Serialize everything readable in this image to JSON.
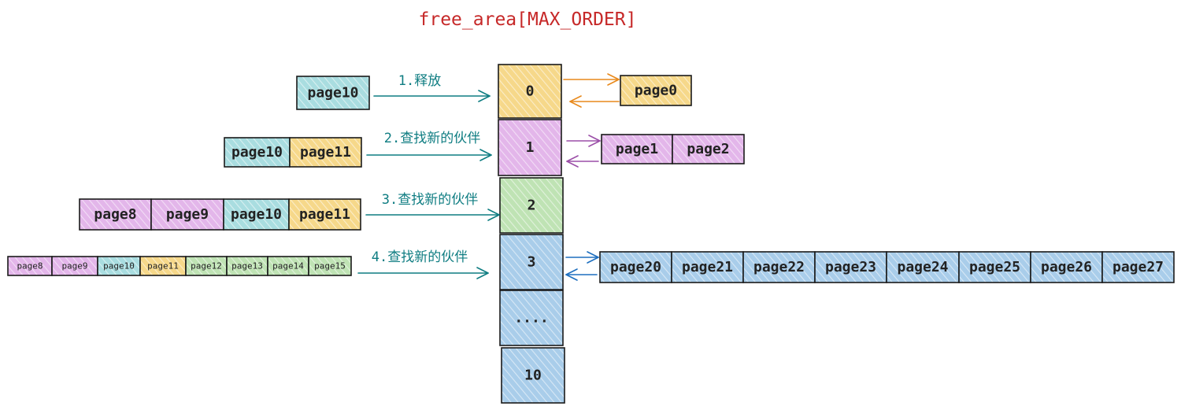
{
  "title": "free_area[MAX_ORDER]",
  "colors": {
    "teal": "#0f7d82",
    "title_red": "#c62828",
    "orange": "#e8891c",
    "purple": "#9c4fa8",
    "blue": "#1e6fbf",
    "fill_teal": "#a9dde0",
    "fill_yellow": "#f6d88a",
    "fill_purple": "#e3b6ea",
    "fill_green": "#bfe3b4",
    "fill_blue": "#a9cdea"
  },
  "free_area_slots": [
    {
      "label": "0",
      "color": "fill_yellow"
    },
    {
      "label": "1",
      "color": "fill_purple"
    },
    {
      "label": "2",
      "color": "fill_green"
    },
    {
      "label": "3",
      "color": "fill_blue"
    },
    {
      "label": "....",
      "color": "fill_blue"
    },
    {
      "label": "10",
      "color": "fill_blue"
    }
  ],
  "steps": [
    {
      "label": "1.释放",
      "pages": [
        {
          "label": "page10",
          "color": "fill_teal"
        }
      ]
    },
    {
      "label": "2.查找新的伙伴",
      "pages": [
        {
          "label": "page10",
          "color": "fill_teal"
        },
        {
          "label": "page11",
          "color": "fill_yellow"
        }
      ]
    },
    {
      "label": "3.查找新的伙伴",
      "pages": [
        {
          "label": "page8",
          "color": "fill_purple"
        },
        {
          "label": "page9",
          "color": "fill_purple"
        },
        {
          "label": "page10",
          "color": "fill_teal"
        },
        {
          "label": "page11",
          "color": "fill_yellow"
        }
      ]
    },
    {
      "label": "4.查找新的伙伴",
      "pages": [
        {
          "label": "page8",
          "color": "fill_purple"
        },
        {
          "label": "page9",
          "color": "fill_purple"
        },
        {
          "label": "page10",
          "color": "fill_teal"
        },
        {
          "label": "page11",
          "color": "fill_yellow"
        },
        {
          "label": "page12",
          "color": "fill_green"
        },
        {
          "label": "page13",
          "color": "fill_green"
        },
        {
          "label": "page14",
          "color": "fill_green"
        },
        {
          "label": "page15",
          "color": "fill_green"
        }
      ]
    }
  ],
  "free_lists": [
    {
      "slot": "0",
      "arrow_color": "orange",
      "pages": [
        {
          "label": "page0",
          "color": "fill_yellow"
        }
      ]
    },
    {
      "slot": "1",
      "arrow_color": "purple",
      "pages": [
        {
          "label": "page1",
          "color": "fill_purple"
        },
        {
          "label": "page2",
          "color": "fill_purple"
        }
      ]
    },
    {
      "slot": "3",
      "arrow_color": "blue",
      "pages": [
        {
          "label": "page20",
          "color": "fill_blue"
        },
        {
          "label": "page21",
          "color": "fill_blue"
        },
        {
          "label": "page22",
          "color": "fill_blue"
        },
        {
          "label": "page23",
          "color": "fill_blue"
        },
        {
          "label": "page24",
          "color": "fill_blue"
        },
        {
          "label": "page25",
          "color": "fill_blue"
        },
        {
          "label": "page26",
          "color": "fill_blue"
        },
        {
          "label": "page27",
          "color": "fill_blue"
        }
      ]
    }
  ]
}
